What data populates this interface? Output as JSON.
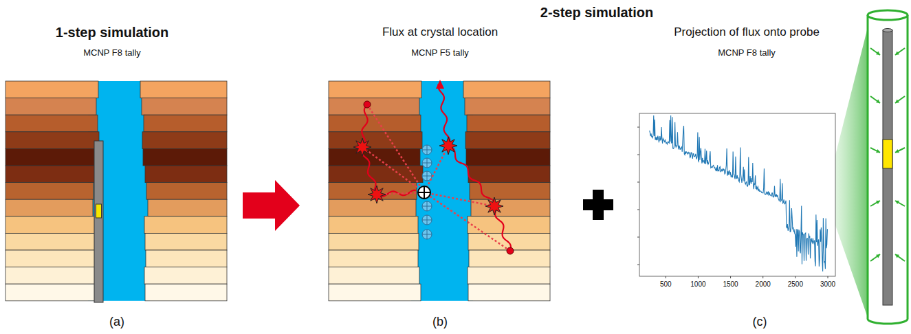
{
  "diagram": {
    "title": "2-step simulation",
    "labels": [
      "1-step simulation",
      "MCNP F8 tally",
      "Flux at crystal location",
      "MCNP F5 tally",
      "Projection of flux onto probe",
      "MCNP F8 tally",
      "500",
      "1000",
      "1500",
      "2000",
      "2500",
      "3000",
      "(a)",
      "(b)",
      "(c)"
    ]
  }
}
